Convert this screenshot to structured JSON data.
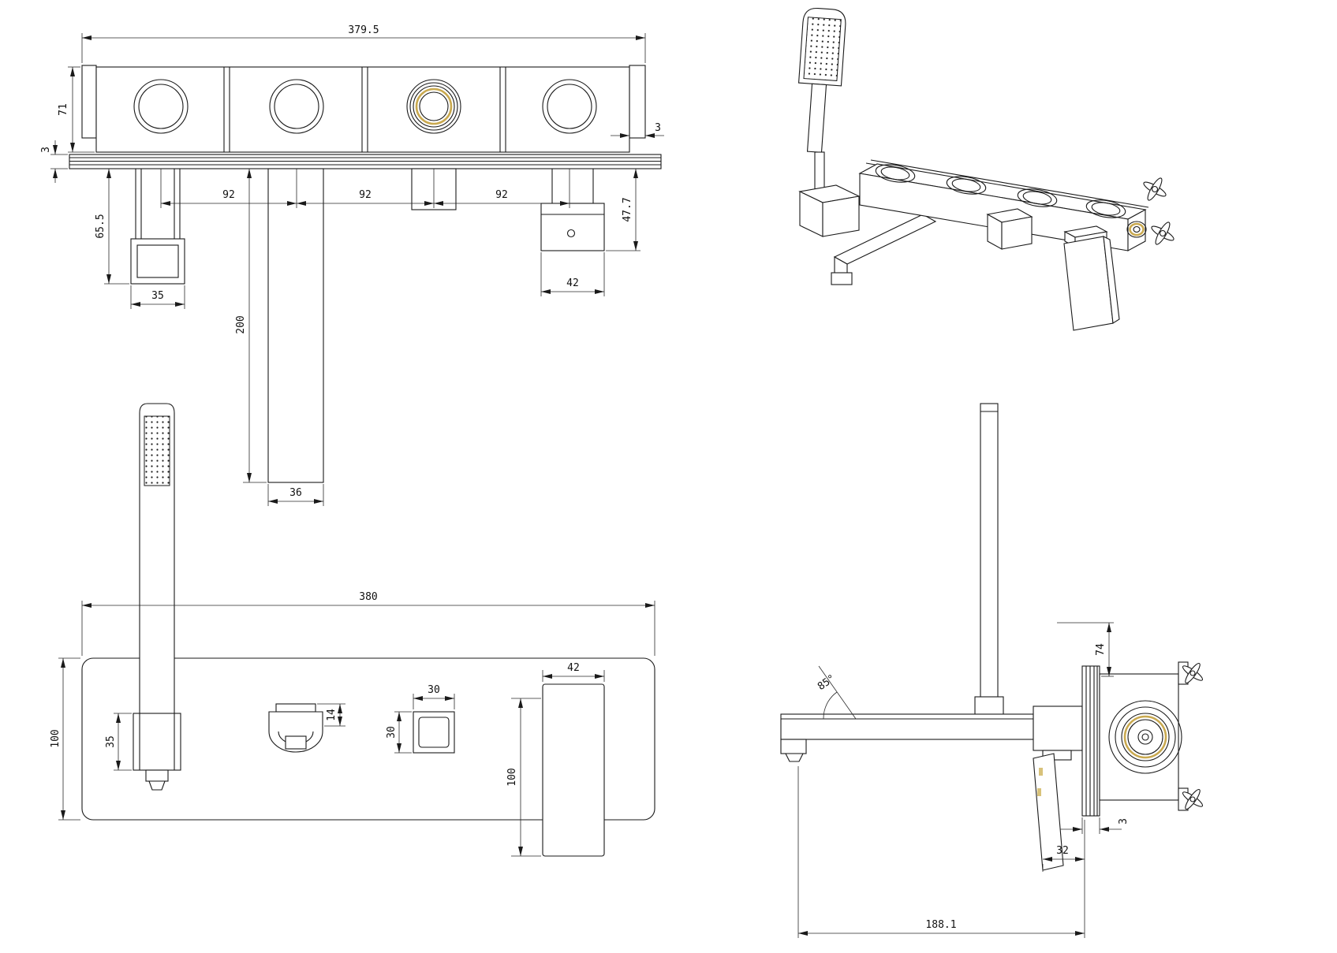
{
  "drawing": {
    "background": "#ffffff",
    "line_color": "#1a1a1a",
    "accent_gold": "#c9a94f"
  },
  "front_view": {
    "dim_overall_width": "379.5",
    "dim_body_height": "71",
    "dim_plate_thickness": "3",
    "dim_holder_drop": "65.5",
    "dim_spacing_1": "92",
    "dim_spacing_2": "92",
    "dim_spacing_3": "92",
    "dim_holder_width": "35",
    "dim_spout_length": "200",
    "dim_spout_width": "36",
    "dim_handle_width": "42",
    "dim_handle_drop": "47.7",
    "dim_end_cap": "3"
  },
  "plan_view": {
    "dim_overall_width": "380",
    "dim_plate_depth": "100",
    "dim_holder_width": "35",
    "dim_spout_tip": "14",
    "dim_diverter_width": "30",
    "dim_diverter_depth": "30",
    "dim_handle_length": "100",
    "dim_handle_width": "42"
  },
  "side_view": {
    "dim_valve_height": "74",
    "dim_spout_angle": "85°",
    "dim_plate_thickness": "3",
    "dim_handle_offset": "32",
    "dim_total_depth": "188.1"
  }
}
